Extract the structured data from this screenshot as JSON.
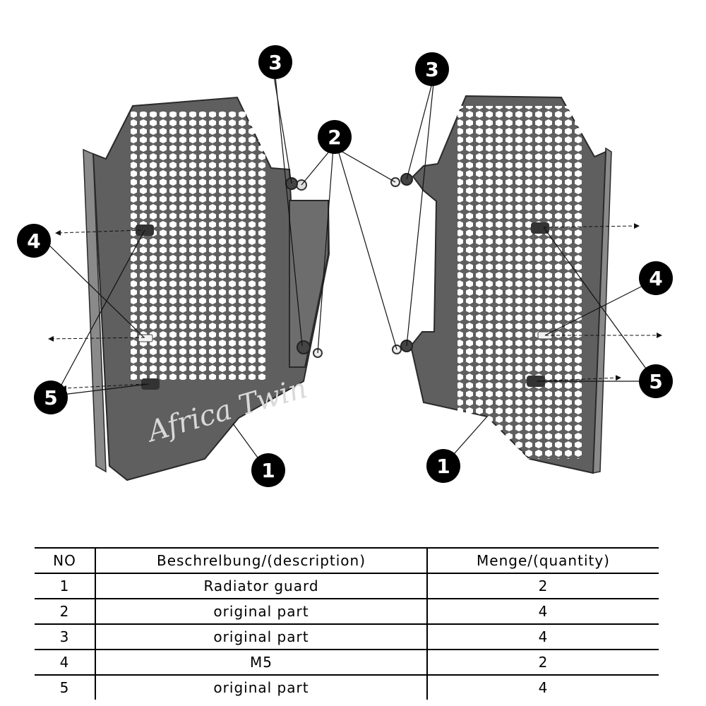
{
  "diagram": {
    "logo_text": "Africa Twin",
    "callouts": [
      "1",
      "2",
      "3",
      "4",
      "5"
    ]
  },
  "table": {
    "headers": [
      "NO",
      "Beschrelbung/(description)",
      "Menge/(quantity)"
    ],
    "rows": [
      {
        "no": "1",
        "description": "Radiator guard",
        "quantity": "2"
      },
      {
        "no": "2",
        "description": "original part",
        "quantity": "4"
      },
      {
        "no": "3",
        "description": "original part",
        "quantity": "4"
      },
      {
        "no": "4",
        "description": "M5",
        "quantity": "2"
      },
      {
        "no": "5",
        "description": "original part",
        "quantity": "4"
      }
    ]
  }
}
